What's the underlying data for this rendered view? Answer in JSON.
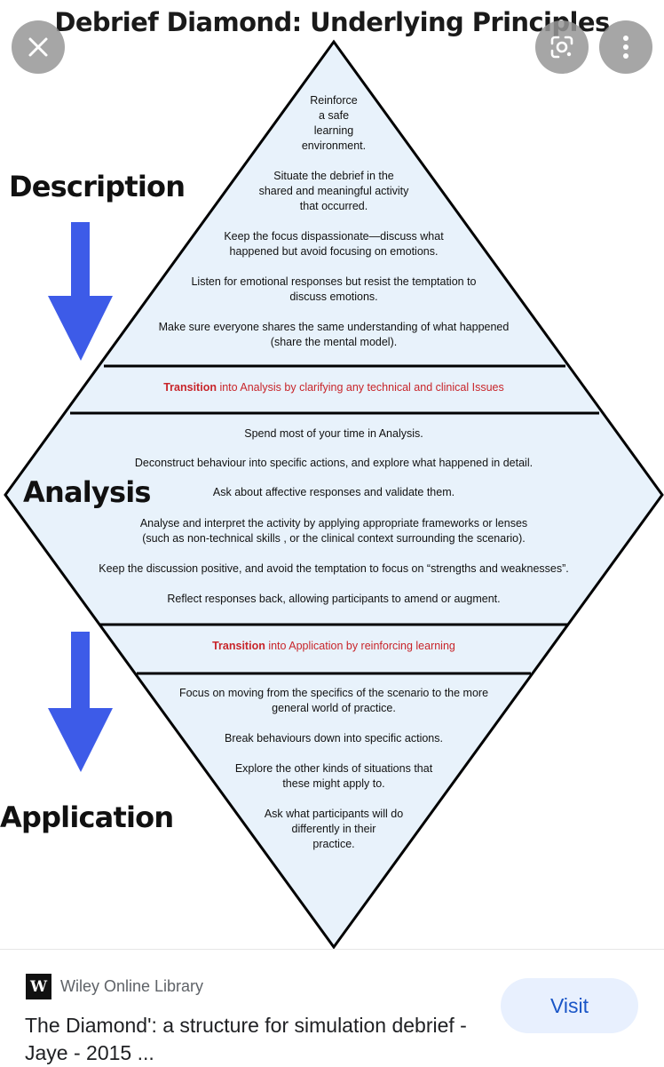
{
  "figure": {
    "title": "Debrief Diamond: Underlying Principles",
    "labels": {
      "description": "Description",
      "analysis": "Analysis",
      "application": "Application"
    },
    "description_items": [
      "Reinforce\na safe\nlearning\nenvironment.",
      "Situate the debrief in the\nshared and meaningful activity\nthat occurred.",
      "Keep the focus dispassionate—discuss what\nhappened but avoid focusing on emotions.",
      "Listen for emotional responses but resist the temptation to\ndiscuss emotions.",
      "Make sure everyone shares the same understanding of what happened\n(share the mental model)."
    ],
    "transition1": {
      "keyword": "Transition",
      "text": " into Analysis by clarifying any technical and clinical Issues"
    },
    "analysis_items": [
      "Spend most of your time in Analysis.",
      "Deconstruct behaviour into specific actions, and explore what happened in detail.",
      "Ask about affective responses and validate them.",
      "Analyse and interpret the activity by applying appropriate frameworks or lenses\n(such as non-technical skills , or the clinical context surrounding the scenario).",
      "Keep the discussion positive, and avoid the temptation to focus on “strengths and weaknesses”.",
      "Reflect responses back, allowing participants to amend or augment."
    ],
    "transition2": {
      "keyword": "Transition",
      "text": " into Application by reinforcing learning"
    },
    "application_items": [
      "Focus on moving from the specifics of the scenario to the more\ngeneral world of practice.",
      "Break behaviours down into specific actions.",
      "Explore the other kinds of situations that\nthese might apply to.",
      "Ask what participants will do\ndifferently in their\npractice."
    ],
    "colors": {
      "diamond_fill": "#e8f2fb",
      "arrow": "#3d5be8",
      "transition_red": "#c8252a"
    }
  },
  "overlay": {
    "close_icon": "close-icon",
    "lens_icon": "google-lens-icon",
    "more_icon": "more-vertical-icon"
  },
  "result": {
    "source_logo": "W",
    "source_name": "Wiley Online Library",
    "title": "The Diamond': a structure for simulation debrief - Jaye - 2015 ...",
    "visit_label": "Visit"
  }
}
